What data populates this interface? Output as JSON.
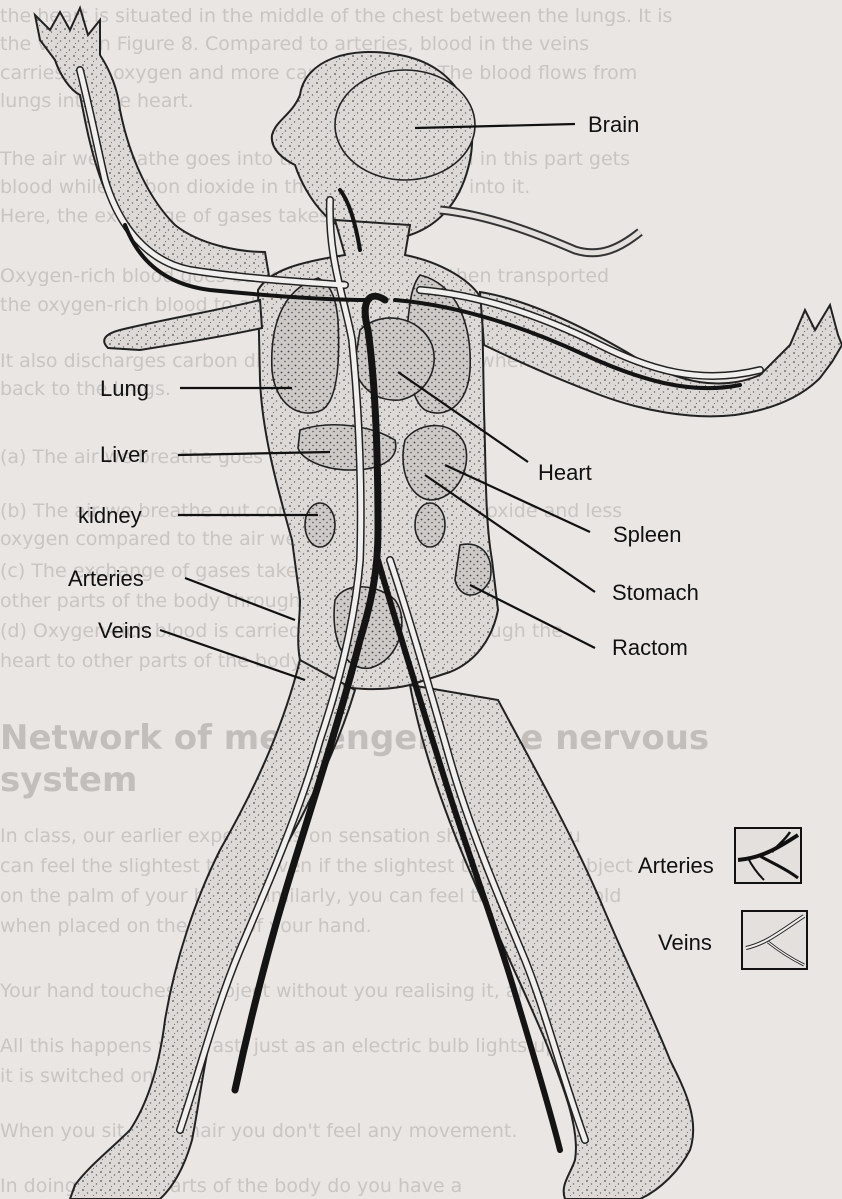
{
  "labels": {
    "brain": "Brain",
    "lung": "Lung",
    "heart": "Heart",
    "liver": "Liver",
    "spleen": "Spleen",
    "kidney": "kidney",
    "stomach": "Stomach",
    "arteries": "Arteries",
    "veins": "Veins",
    "ractom": "Ractom"
  },
  "legend": {
    "arteries": "Arteries",
    "veins": "Veins"
  },
  "colors": {
    "paper": "#e9e6e3",
    "ink": "#111111",
    "body_fill": "#d9d6d4",
    "organ_fill": "#cfcbc9",
    "artery": "#161616",
    "vein": "#f4f2f0"
  }
}
